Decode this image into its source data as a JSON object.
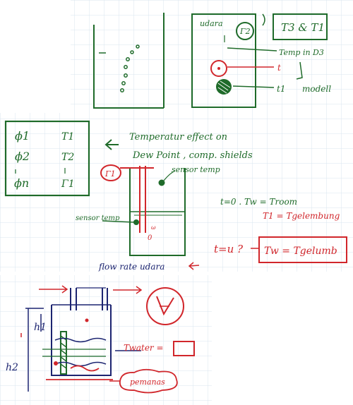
{
  "colors": {
    "green": "#1f6b2a",
    "red": "#d1262b",
    "navy": "#1c2470",
    "grid": "#d9e6ef",
    "ink": "#1a1a1a"
  },
  "top": {
    "right_box_label": "udara",
    "gamma2": "Γ2",
    "t3_t1": "T3 & T1",
    "temp_label": "Temp in D3",
    "t_label": "t",
    "t1_label": "t1",
    "modeled_label": "modell"
  },
  "middle": {
    "phi_rows": [
      {
        "phi": "ϕ1",
        "t": "T1"
      },
      {
        "phi": "ϕ2",
        "t": "T2"
      },
      {
        "phi": "ϕn",
        "t": "Γ1"
      }
    ],
    "arrow_text_line1": "Temperatur effect on",
    "arrow_text_line2": "Dew Point , comp. shields",
    "gamma1": "Γ1",
    "sensor_temp_top": "sensor temp",
    "sensor_temp_left": "sensor temp",
    "small_digit": "0",
    "small_sup": "ω",
    "t0_line": "t=0 .  Tw = Troom",
    "t1_line": "T1 = Tgelembung",
    "tu_label": "t=u ?",
    "tw_box": "Tw = Tgelumb",
    "flow_text": "flow rate udara"
  },
  "bottom": {
    "h1": "h1",
    "h2": "h2",
    "twater": "Twater =",
    "pemanas": "pemanas"
  }
}
